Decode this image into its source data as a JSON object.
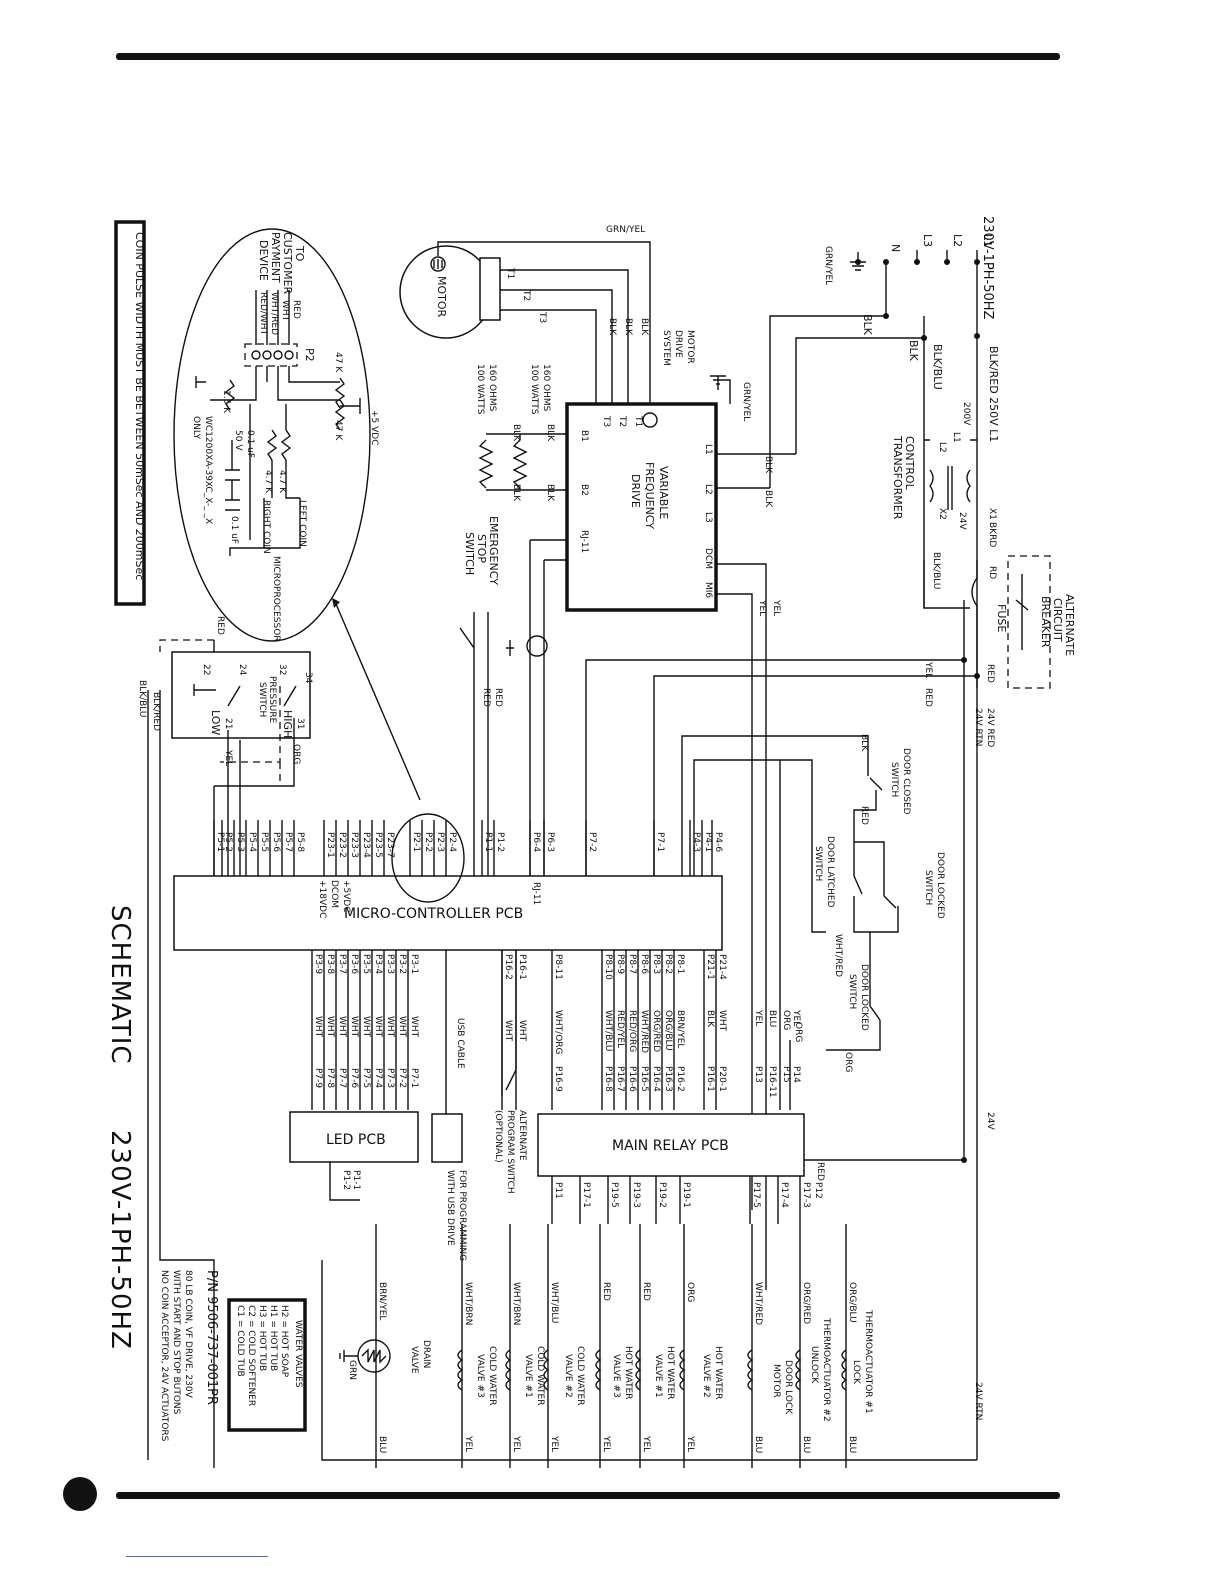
{
  "title": {
    "schematic": "SCHEMATIC",
    "spec": "230V-1PH-50HZ"
  },
  "part_info": {
    "pn": "P/N 9506-737-001PR",
    "line1": "80 LB COIN, VF DRIVE, 230V",
    "line2": "WITH START AND STOP BUTONS",
    "line3": "NO COIN ACCEPTOR, 24V ACTUATORS"
  },
  "water_valves": {
    "title": "WATER VALVES",
    "items": [
      "H2 = HOT SOAP",
      "H1 = HOT TUB",
      "H3 = HOT TUB",
      "C2 = COLD SOFTENER",
      "C1 = COLD TUB"
    ]
  },
  "note": "COIN PULSE WIDTH MUST BE BETWEEN 50mSec AND 200mSec",
  "power": {
    "supply": "230V-1PH-50HZ",
    "l1": "L1",
    "l2": "L2",
    "l3": "L3",
    "n": "N",
    "ground": "GRN/YEL",
    "l1_wire": "BLK/RED 250V L1",
    "l2_wire": "BLK/BLU",
    "blk_a": "BLK",
    "blk_b": "BLK"
  },
  "transformer": {
    "label1": "CONTROL",
    "label2": "TRANSFORMER",
    "pri_v": "200V",
    "l1": "L1",
    "l2": "L2",
    "sec_v": "24V",
    "x1": "X1",
    "x2": "X2",
    "x1_wire": "BKRD",
    "x2_wire": "BLK/BLU",
    "rd": "RD"
  },
  "breaker": {
    "line1": "ALTERNATE",
    "line2": "CIRCUIT",
    "line3": "BREAKER",
    "fuse": "FUSE"
  },
  "motor": {
    "label": "MOTOR",
    "ground": "GRN/YEL",
    "t1": "T1",
    "t2": "T2",
    "t3": "T3",
    "system1": "MOTOR",
    "system2": "DRIVE",
    "system3": "SYSTEM",
    "blk": "BLK",
    "grn_yel2": "GRN/YEL"
  },
  "vfd": {
    "line1": "VARIABLE",
    "line2": "FREQUENCY",
    "line3": "DRIVE",
    "l1": "L1",
    "l2": "L2",
    "l3": "L3",
    "t1": "T1",
    "t2": "T2",
    "t3": "T3",
    "b1": "B1",
    "b2": "B2",
    "rj": "RJ-11",
    "dcm": "DCM",
    "mi6": "MI6",
    "blk": "BLK"
  },
  "resistors": {
    "r1_line1": "160 OHMS",
    "r1_line2": "100 WATTS",
    "r2_line1": "160 OHMS",
    "r2_line2": "100 WATTS",
    "blk": "BLK"
  },
  "estop": {
    "line1": "EMERGENCY",
    "line2": "STOP",
    "line3": "SWITCH",
    "red": "RED"
  },
  "mcpcb": {
    "label": "MICRO-CONTROLLER PCB",
    "rj": "RJ-11",
    "v5": "+5VDC",
    "dcom": "DCOM",
    "v18": "+18VDC",
    "top_pins": [
      "P5-8",
      "P5-7",
      "P5-6",
      "P5-5",
      "P5-4",
      "P5-3",
      "P5-2",
      "P5-1",
      "P23-1",
      "P23-2",
      "P23-3",
      "P23-4",
      "P23-5",
      "P23-7",
      "P2-1",
      "P2-2",
      "P2-3",
      "P2-4",
      "P1-1",
      "P1-2",
      "P6-4",
      "P6-3",
      "P7-2",
      "P7-1",
      "P4-3",
      "P4-1",
      "P4-6"
    ],
    "top_wires": [
      "RED",
      "ORG",
      "RED",
      "YEL",
      "RED",
      "RED",
      "YEL",
      "RT",
      "24V",
      "YEL",
      "RED",
      "BLK",
      "WHT/RED",
      "ORG"
    ],
    "bot_pins": [
      "P3-9",
      "P3-8",
      "P3-7",
      "P3-6",
      "P3-5",
      "P3-4",
      "P3-3",
      "P3-2",
      "P3-1",
      "P16-2",
      "P16-1",
      "P8-11",
      "P8-10",
      "P8-9",
      "P8-7",
      "P8-6",
      "P8-3",
      "P8-2",
      "P8-1",
      "P21-1",
      "P21-4"
    ]
  },
  "relay_pcb": {
    "label": "MAIN RELAY PCB",
    "top_pins": [
      "P20-1",
      "P16-1",
      "P16-2",
      "P16-3",
      "P16-4",
      "P16-5",
      "P16-6",
      "P16-7",
      "P16-8",
      "P16-9",
      "P16-11",
      "P13",
      "P14",
      "P15"
    ],
    "wires": [
      "WHT",
      "BLK",
      "BRN/YEL",
      "ORG/BLU",
      "ORG/RED",
      "WHT/RED",
      "RED/ORG",
      "RED/YEL",
      "WHT/BLU",
      "WHT/ORG",
      "BLU",
      "YEL",
      "YEL",
      "ORG"
    ],
    "bottom_pins": [
      "P11",
      "P17-1",
      "P19-5",
      "P19-3",
      "P19-2",
      "P19-1",
      "P17-5",
      "P17-4",
      "P17-3",
      "P12"
    ],
    "red": "RED"
  },
  "led_pcb": {
    "label": "LED PCB",
    "p1": "P1-1",
    "p2": "P1-2",
    "p3_wires": [
      "WHT",
      "WHT",
      "WHT",
      "WHT",
      "WHT",
      "WHT",
      "WHT",
      "WHT",
      "WHT"
    ],
    "p7_pins": [
      "P7-1",
      "P7-2",
      "P7-3",
      "P7-4",
      "P7-5",
      "P7-6",
      "P7-7",
      "P7-8",
      "P7-9"
    ]
  },
  "usb": {
    "cable": "USB CABLE",
    "line1": "FOR PROGRAMMING",
    "line2": "WITH USB DRIVE"
  },
  "program_switch": {
    "line1": "ALTERNATE",
    "line2": "PROGRAM SWITCH",
    "line3": "(OPTIONAL)",
    "wht": "WHT"
  },
  "door": {
    "closed1": "DOOR CLOSED",
    "closed2": "SWITCH",
    "latched1": "DOOR LATCHED",
    "latched2": "SWITCH",
    "locked1": "DOOR LOCKED",
    "locked2": "SWITCH",
    "locked3": "DOOR LOCKED",
    "locked4": "SWITCH",
    "blk": "BLK",
    "red": "RED",
    "whtred": "WHT/RED",
    "org": "ORG",
    "org2": "ORG"
  },
  "rails": {
    "v24_red": "24V RED",
    "v24_rtn": "24V RTN",
    "v24": "24V",
    "v24_rtn2": "24V RTN",
    "yel": "YEL",
    "red": "RED",
    "rtn_label": "24V RTN",
    "v24_label": "24V",
    "yel2": "YEL",
    "red2": "RED"
  },
  "pressure": {
    "label1": "PRESSURE",
    "label2": "SWITCH",
    "high": "HIGH",
    "low": "LOW",
    "n34": "34",
    "n32": "32",
    "n31": "31",
    "n24": "24",
    "n22": "22",
    "n21": "21",
    "org": "ORG",
    "yel": "YEL",
    "red": "RED",
    "blk_red": "BLK/RED",
    "blk_blu": "BLK/BLU"
  },
  "coin": {
    "to": "TO",
    "customer": "CUSTOMER",
    "payment": "PAYMENT",
    "device": "DEVICE",
    "red": "RED",
    "wht": "WHT",
    "wht_red": "WHT/RED",
    "red_wht": "RED/WHT",
    "p2": "P2",
    "r47a": "47 K",
    "r47b": "47 K",
    "v5": "+5 VDC",
    "r15": "1.5 K",
    "r47c": "4.7 K",
    "r47d": "4.7 K",
    "c1": "0.1 uF",
    "c1v": "50 V",
    "c2": "0.1 uF",
    "left": "LEFT COIN",
    "right": "RIGHT COIN",
    "mcu": "MICROPROCESSOR",
    "model": "WC1200XA-39XC_X-_ _X",
    "only": "ONLY"
  },
  "loads": {
    "therm1_1": "THERMOACTUATOR #1",
    "therm1_2": "LOCK",
    "therm2_1": "THERMOACTUATOR #2",
    "therm2_2": "UNLOCK",
    "doorlock1": "DOOR LOCK",
    "doorlock2": "MOTOR",
    "hot2_1": "HOT WATER",
    "hot2_2": "VALVE #2",
    "hot1_1": "HOT WATER",
    "hot1_2": "VALVE #1",
    "hot3_1": "HOT WATER",
    "hot3_2": "VALVE #3",
    "cold2_1": "COLD WATER",
    "cold2_2": "VALVE #2",
    "cold1_1": "COLD WATER",
    "cold1_2": "VALVE #1",
    "cold3_1": "COLD WATER",
    "cold3_2": "VALVE #3",
    "drain1": "DRAIN",
    "drain2": "VALVE",
    "wires_top": [
      "ORG/BLU",
      "ORG/RED",
      "WHT/RED",
      "ORG",
      "RED",
      "RED",
      "WHT/BLU",
      "WHT/BRN",
      "WHT/BRN",
      "BRN/YEL"
    ],
    "wires_bot": [
      "BLU",
      "BLU",
      "BLU",
      "YEL",
      "YEL",
      "YEL",
      "YEL",
      "YEL",
      "YEL",
      "BLU"
    ],
    "grn": "GRN"
  }
}
